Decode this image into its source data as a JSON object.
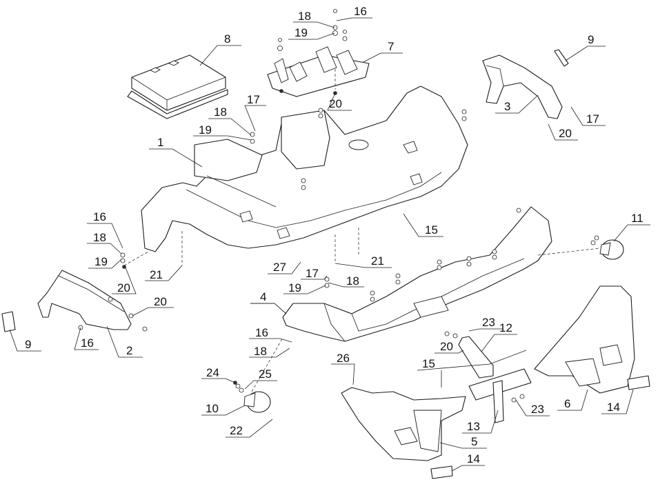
{
  "diagram": {
    "type": "exploded-parts-view",
    "subject": "ATV body panels / fenders / bumpers assembly",
    "callouts": [
      {
        "id": "c1",
        "label": "1"
      },
      {
        "id": "c2",
        "label": "2"
      },
      {
        "id": "c3",
        "label": "3"
      },
      {
        "id": "c4",
        "label": "4"
      },
      {
        "id": "c5",
        "label": "5"
      },
      {
        "id": "c6",
        "label": "6"
      },
      {
        "id": "c7",
        "label": "7"
      },
      {
        "id": "c8",
        "label": "8"
      },
      {
        "id": "c9a",
        "label": "9"
      },
      {
        "id": "c9b",
        "label": "9"
      },
      {
        "id": "c10",
        "label": "10"
      },
      {
        "id": "c11",
        "label": "11"
      },
      {
        "id": "c12",
        "label": "12"
      },
      {
        "id": "c13",
        "label": "13"
      },
      {
        "id": "c14a",
        "label": "14"
      },
      {
        "id": "c14b",
        "label": "14"
      },
      {
        "id": "c15a",
        "label": "15"
      },
      {
        "id": "c15b",
        "label": "15"
      },
      {
        "id": "c16a",
        "label": "16"
      },
      {
        "id": "c16b",
        "label": "16"
      },
      {
        "id": "c16c",
        "label": "16"
      },
      {
        "id": "c16d",
        "label": "16"
      },
      {
        "id": "c17a",
        "label": "17"
      },
      {
        "id": "c17b",
        "label": "17"
      },
      {
        "id": "c17c",
        "label": "17"
      },
      {
        "id": "c18a",
        "label": "18"
      },
      {
        "id": "c18b",
        "label": "18"
      },
      {
        "id": "c18c",
        "label": "18"
      },
      {
        "id": "c18d",
        "label": "18"
      },
      {
        "id": "c18e",
        "label": "18"
      },
      {
        "id": "c19a",
        "label": "19"
      },
      {
        "id": "c19b",
        "label": "19"
      },
      {
        "id": "c19c",
        "label": "19"
      },
      {
        "id": "c19d",
        "label": "19"
      },
      {
        "id": "c20a",
        "label": "20"
      },
      {
        "id": "c20b",
        "label": "20"
      },
      {
        "id": "c20c",
        "label": "20"
      },
      {
        "id": "c20d",
        "label": "20"
      },
      {
        "id": "c20e",
        "label": "20"
      },
      {
        "id": "c21a",
        "label": "21"
      },
      {
        "id": "c21b",
        "label": "21"
      },
      {
        "id": "c22",
        "label": "22"
      },
      {
        "id": "c23a",
        "label": "23"
      },
      {
        "id": "c23b",
        "label": "23"
      },
      {
        "id": "c24",
        "label": "24"
      },
      {
        "id": "c25",
        "label": "25"
      },
      {
        "id": "c26",
        "label": "26"
      },
      {
        "id": "c27",
        "label": "27"
      }
    ]
  }
}
